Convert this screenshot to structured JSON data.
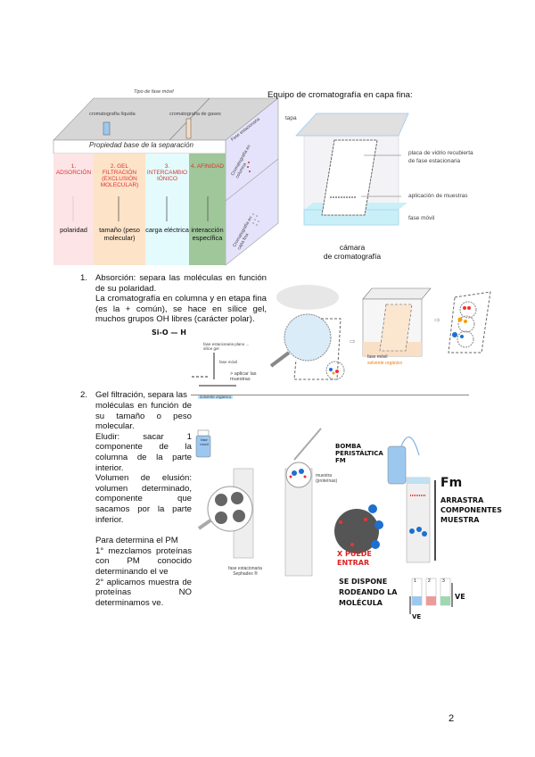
{
  "cube": {
    "top_title": "Tipo de fase móvil",
    "top_left": "cromatografía líquida",
    "top_right": "cromatografía de gases",
    "front_title": "Propiedad base de la separación",
    "side_top": "Fase estacionaria",
    "side_mid": "Cromatografía en columna",
    "side_bottom": "Cromatografía en capa fina",
    "columns": [
      {
        "head": "1. ADSORCIÓN",
        "prop": "polaridad",
        "color": "#fde4e6"
      },
      {
        "head": "2. GEL FILTRACIÓN (EXCLUSIÓN MOLECULAR)",
        "prop": "tamaño (peso molecular)",
        "color": "#fde3c8"
      },
      {
        "head": "3. INTERCAMBIO IÓNICO",
        "prop": "carga eléctrica",
        "color": "#e3fbfc"
      },
      {
        "head": "4. AFINIDAD",
        "prop": "interacción específica",
        "color": "#9fc79a"
      }
    ]
  },
  "tlc": {
    "title": "Equipo de cromatografía en capa fina:",
    "tapa": "tapa",
    "placa": "placa de vidrio recubierta de fase estacionaria",
    "aplicacion": "aplicación de muestras",
    "fase_movil": "fase móvil",
    "caption_1": "cámara",
    "caption_2": "de cromatografía"
  },
  "section1": {
    "number": "1.",
    "text": "Absorción: separa las moléculas en función de su polaridad.",
    "text2": "La cromatografía en columna y en etapa fina (es la + común), se hace en sílice gel, muchos grupos OH libres (carácter polar).",
    "formula": "Si-O — H",
    "fig_label_1": "fase estacionaria plano ... sílice gel",
    "fig_label_2": "fase móvil",
    "fig_label_3": "solvente orgánico",
    "fig_label_4": "> aplicar las muestras"
  },
  "section2": {
    "number": "2.",
    "first_line": "Gel filtración, separa las",
    "text": "moléculas en función de su tamaño o peso molecular.",
    "eluir": "Eludir: sacar 1 componente de la columna de la parte interior.",
    "volumen": "Volumen de elusión: volumen determinado, componente que sacamos por la parte inferior.",
    "pm_title": "Para determina el PM",
    "pm_1": "1° mezclamos proteínas con PM conocido determinando el ve",
    "pm_2": "2° aplicamos muestra de proteínas NO determinamos ve.",
    "fig_bottle": "fase móvil",
    "fig_stationary": "fase estacionaria Sephadex ®",
    "fig_muestra": "muestra (proteínas)",
    "bomba": "BOMBA PERISTÁLTICA FM",
    "fm_1": "Fm",
    "fm_2": "ARRASTRA COMPONENTES MUESTRA",
    "no_entrar": "X PUEDE ENTRAR",
    "dispone": "SE DISPONE RODEANDO LA MOLÉCULA",
    "ve": "VE",
    "tubes": [
      "1",
      "2",
      "3"
    ]
  },
  "footer": {
    "page_number": "2"
  }
}
